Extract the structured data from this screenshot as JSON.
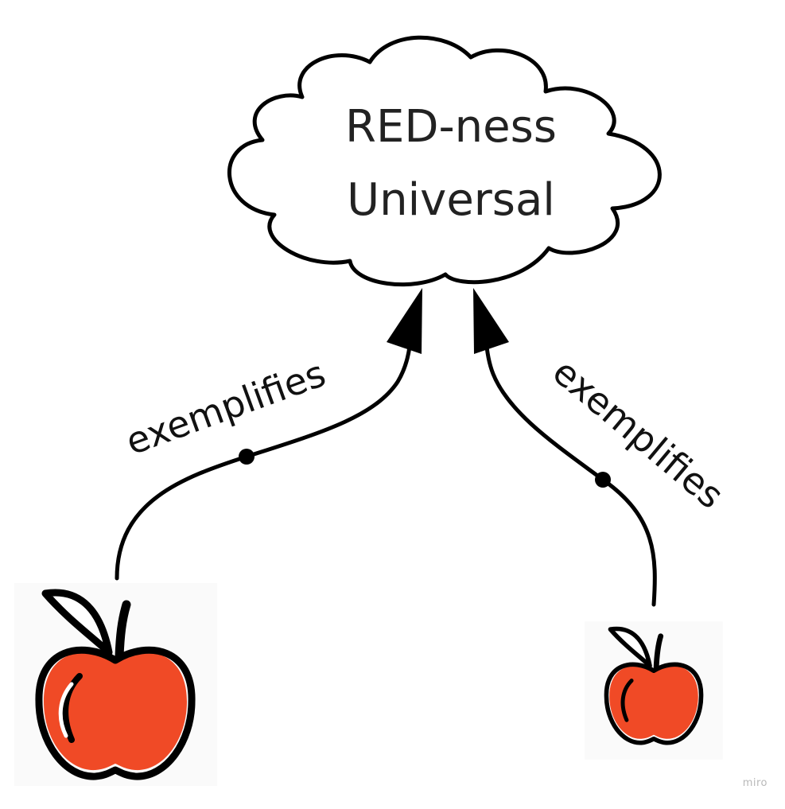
{
  "universal": {
    "line1": "RED-ness",
    "line2": "Universal"
  },
  "connectors": [
    {
      "label": "exemplifies"
    },
    {
      "label": "exemplifies"
    }
  ],
  "instances": [
    {
      "icon": "apple-icon"
    },
    {
      "icon": "apple-icon"
    }
  ],
  "colors": {
    "stroke": "#000000",
    "apple_red": "#f04a26",
    "background": "#ffffff"
  },
  "watermark": "miro"
}
